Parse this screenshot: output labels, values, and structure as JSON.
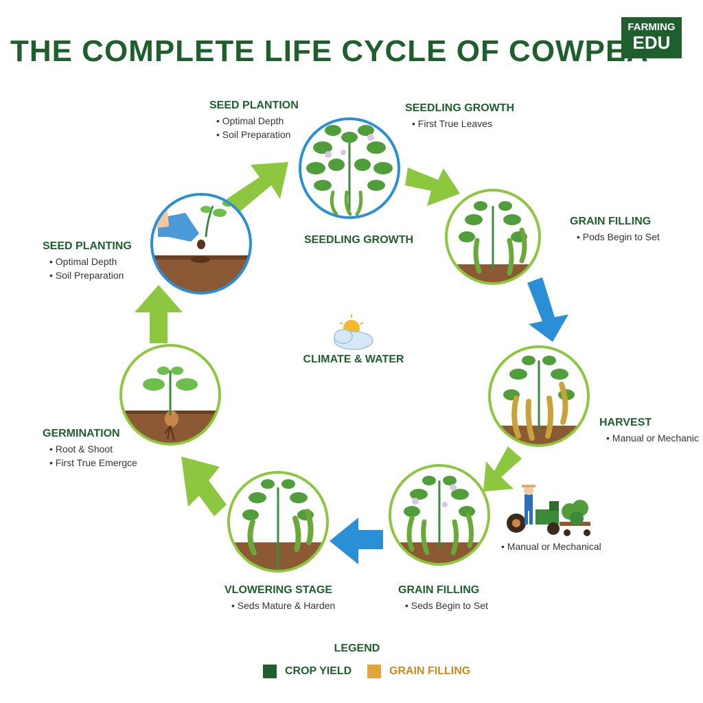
{
  "header": {
    "title": "THE COMPLETE LIFE CYCLE OF COWPEA",
    "badge_line1": "FARMING",
    "badge_line2": "EDU"
  },
  "labels": {
    "seed_plantion": {
      "heading": "SEED PLANTION",
      "bullets": [
        "Optimal Depth",
        "Soil Preparation"
      ]
    },
    "seedling_top": {
      "heading": "SEEDLING GROWTH",
      "bullets": [
        "First True Leaves"
      ]
    },
    "seedling_center": {
      "heading": "SEEDLING GROWTH"
    },
    "grain_filling_right": {
      "heading": "GRAIN FILLING",
      "bullets": [
        "Pods Begin to Set"
      ]
    },
    "seed_planting": {
      "heading": "SEED PLANTING",
      "bullets": [
        "Optimal Depth",
        "Soil Preparation"
      ]
    },
    "harvest": {
      "heading": "HARVEST",
      "bullets": [
        "Manual or Mechanic"
      ]
    },
    "germination": {
      "heading": "GERMINATION",
      "bullets": [
        "Root & Shoot",
        "First True Emergce"
      ]
    },
    "tractor_caption": {
      "bullets": [
        "Manual or Mechanical"
      ]
    },
    "vlowering": {
      "heading": "VLOWERING STAGE",
      "bullets": [
        "Seds Mature & Harden"
      ]
    },
    "grain_filling_bottom": {
      "heading": "GRAIN FILLING",
      "bullets": [
        "Seds Begin to Set"
      ]
    }
  },
  "center": {
    "label": "CLIMATE & WATER",
    "icon": "sun-cloud-icon"
  },
  "legend": {
    "title": "LEGEND",
    "items": [
      {
        "label": "CROP YIELD",
        "color": "#1f5f2e"
      },
      {
        "label": "GRAIN FILLING",
        "color": "#e0a63a"
      }
    ]
  },
  "colors": {
    "green_arrow": "#8dc63f",
    "blue_arrow": "#2a8fd6",
    "dark_green": "#1f5f2e",
    "soil": "#7a4a2a",
    "leaf": "#4caf50"
  }
}
